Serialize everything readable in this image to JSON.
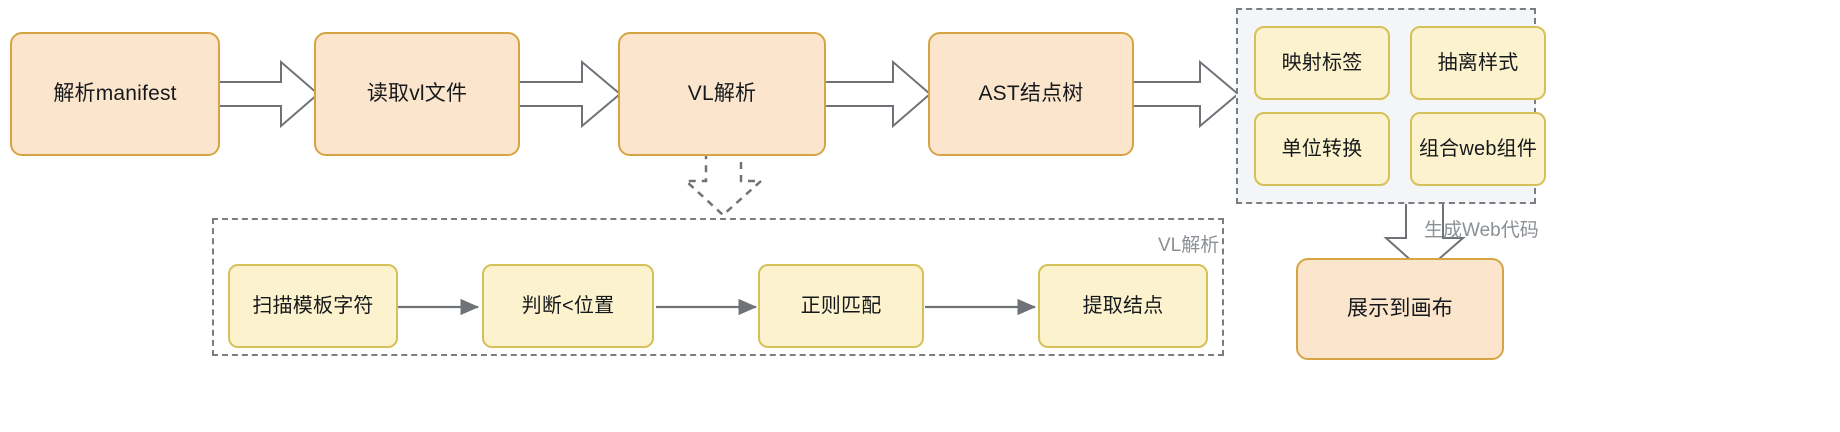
{
  "diagram": {
    "title": "VL 解析与 Web 代码生成流程图",
    "colors": {
      "peach_fill": "#fbe5cd",
      "peach_stroke": "#d6a444",
      "yellow_fill": "#fdf2ce",
      "yellow_stroke": "#d6c05a",
      "group_fill": "#f4f5f6",
      "group_stroke": "#7a7d82",
      "arrow_stroke": "#6f7378",
      "label_color": "#8b9096",
      "text_color": "#16191c",
      "background": "#ffffff"
    },
    "main_flow": [
      {
        "id": "parse-manifest",
        "label": "解析manifest"
      },
      {
        "id": "read-vl-file",
        "label": "读取vl文件"
      },
      {
        "id": "vl-parse",
        "label": "VL解析"
      },
      {
        "id": "ast-node-tree",
        "label": "AST结点树"
      }
    ],
    "codegen_group": {
      "id": "codegen-group",
      "label": "",
      "items": [
        {
          "id": "map-tag",
          "label": "映射标签"
        },
        {
          "id": "extract-style",
          "label": "抽离样式"
        },
        {
          "id": "unit-convert",
          "label": "单位转换"
        },
        {
          "id": "compose-web-component",
          "label": "组合web组件"
        }
      ]
    },
    "codegen_edge_label": "生成Web代码",
    "output_node": {
      "id": "render-to-canvas",
      "label": "展示到画布"
    },
    "vl_parse_group": {
      "id": "vl-parse-detail-group",
      "label": "VL解析",
      "items": [
        {
          "id": "scan-template-chars",
          "label": "扫描模板字符"
        },
        {
          "id": "judge-lt-position",
          "label": "判断<位置"
        },
        {
          "id": "regex-match",
          "label": "正则匹配"
        },
        {
          "id": "extract-node",
          "label": "提取结点"
        }
      ]
    }
  }
}
